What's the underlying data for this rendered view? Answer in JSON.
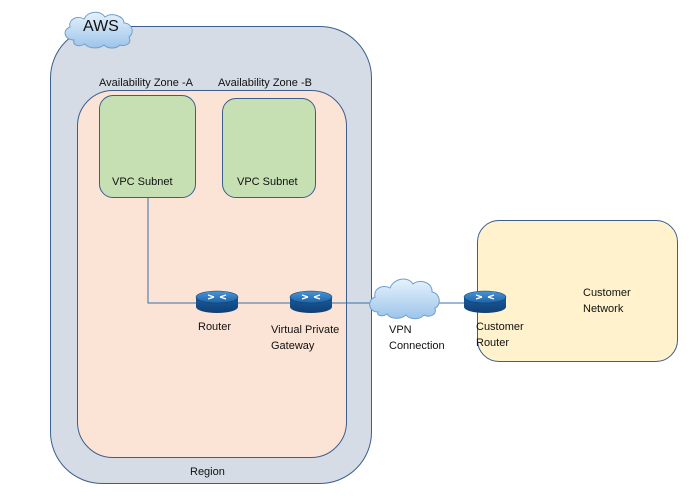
{
  "diagram": {
    "cloud_label": "AWS",
    "region_label": "Region",
    "zone_a_label": "Availability Zone -A",
    "zone_b_label": "Availability Zone -B",
    "subnet_a_label": "VPC Subnet",
    "subnet_b_label": "VPC Subnet",
    "router_label": "Router",
    "vpg_label_line1": "Virtual Private",
    "vpg_label_line2": "Gateway",
    "vpn_label_line1": "VPN",
    "vpn_label_line2": "Connection",
    "customer_router_line1": "Customer",
    "customer_router_line2": "Router",
    "customer_network_line1": "Customer",
    "customer_network_line2": "Network"
  },
  "colors": {
    "region_fill": "#d6dce5",
    "vpc_fill": "#fbe4d6",
    "subnet_fill": "#c6e0b4",
    "customer_network_fill": "#fff2cc",
    "router_blue": "#1f6fb5",
    "cloud_blue": "#bcd8f2",
    "line_blue": "#3b6ea8"
  },
  "icons": [
    "aws-cloud-icon",
    "router-icon",
    "vpg-router-icon",
    "vpn-cloud-icon",
    "customer-router-icon"
  ]
}
